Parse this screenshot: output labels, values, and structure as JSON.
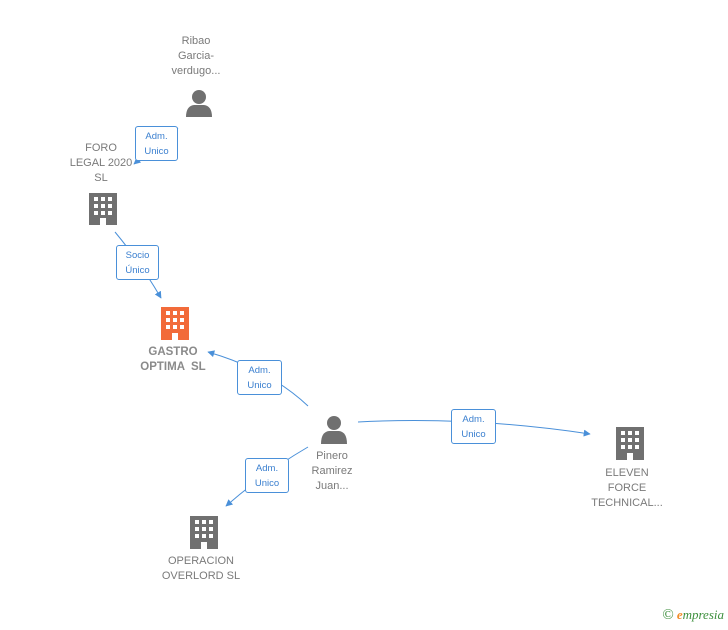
{
  "nodes": {
    "ribao": {
      "lines": [
        "Ribao",
        "Garcia-",
        "verdugo..."
      ],
      "type": "person"
    },
    "foro": {
      "lines": [
        "FORO",
        "LEGAL 2020",
        "SL"
      ],
      "type": "company"
    },
    "gastro": {
      "lines": [
        "GASTRO",
        "OPTIMA  SL"
      ],
      "type": "company-focus"
    },
    "pinero": {
      "lines": [
        "Pinero",
        "Ramirez",
        "Juan..."
      ],
      "type": "person"
    },
    "eleven": {
      "lines": [
        "ELEVEN",
        "FORCE",
        "TECHNICAL..."
      ],
      "type": "company"
    },
    "operacion": {
      "lines": [
        "OPERACION",
        "OVERLORD SL"
      ],
      "type": "company"
    }
  },
  "edges": {
    "ribao_foro": {
      "lines": [
        "Adm.",
        "Unico"
      ]
    },
    "foro_gastro": {
      "lines": [
        "Socio",
        "Único"
      ]
    },
    "pinero_gastro": {
      "lines": [
        "Adm.",
        "Unico"
      ]
    },
    "pinero_eleven": {
      "lines": [
        "Adm.",
        "Unico"
      ]
    },
    "pinero_operacion": {
      "lines": [
        "Adm.",
        "Unico"
      ]
    }
  },
  "brand": {
    "copyright": "©",
    "first_letter": "e",
    "name": "mpresia"
  },
  "colors": {
    "edge": "#4a90d9",
    "icon": "#707070",
    "focus": "#f26b3a",
    "brand": "#3d8f3d"
  }
}
